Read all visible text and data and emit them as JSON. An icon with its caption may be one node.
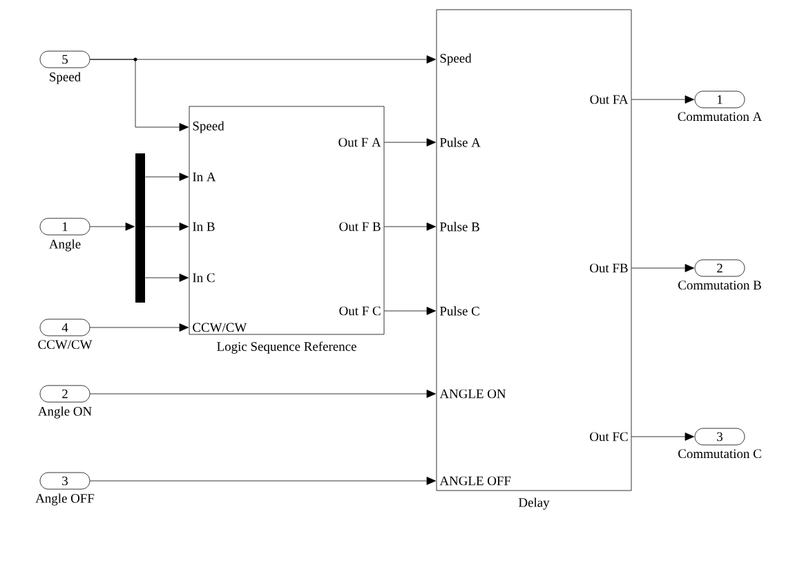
{
  "diagram": {
    "nodes": [
      {
        "text": [
          "5"
        ],
        "beside": [
          "Speed"
        ]
      },
      {
        "text": [
          "1"
        ],
        "beside": [
          "Angle"
        ]
      },
      {
        "text": [
          "4"
        ],
        "beside": [
          "CCW/CW"
        ]
      },
      {
        "text": [
          "2"
        ],
        "beside": [
          "Angle ON"
        ]
      },
      {
        "text": [
          "3"
        ],
        "beside": [
          "Angle OFF"
        ]
      },
      {
        "text": [],
        "shape": "bar"
      },
      {
        "text": [
          "Speed",
          "In A",
          "In B",
          "In C",
          "CCW/CW",
          "Out F A",
          "Out F B",
          "Out F C"
        ],
        "beside": [
          "Logic Sequence Reference"
        ]
      },
      {
        "text": [
          "Speed",
          "Pulse A",
          "Pulse B",
          "Pulse C",
          "ANGLE ON",
          "ANGLE OFF",
          "Out FA",
          "Out FB",
          "Out FC"
        ],
        "beside": [
          "Delay"
        ]
      },
      {
        "text": [
          "1"
        ],
        "beside": [
          "Commutation A"
        ]
      },
      {
        "text": [
          "2"
        ],
        "beside": [
          "Commutation B"
        ]
      },
      {
        "text": [
          "3"
        ],
        "beside": [
          "Commutation C"
        ]
      }
    ],
    "edges": [
      {
        "from": 0,
        "to": 7,
        "arrow": "to"
      },
      {
        "from": 0,
        "to": 6,
        "arrow": "to"
      },
      {
        "from": 1,
        "to": 5,
        "arrow": "to"
      },
      {
        "from": 5,
        "to": 6,
        "arrow": "to"
      },
      {
        "from": 5,
        "to": 6,
        "arrow": "to"
      },
      {
        "from": 5,
        "to": 6,
        "arrow": "to"
      },
      {
        "from": 2,
        "to": 6,
        "arrow": "to"
      },
      {
        "from": 6,
        "to": 7,
        "arrow": "to"
      },
      {
        "from": 6,
        "to": 7,
        "arrow": "to"
      },
      {
        "from": 6,
        "to": 7,
        "arrow": "to"
      },
      {
        "from": 3,
        "to": 7,
        "arrow": "to"
      },
      {
        "from": 4,
        "to": 7,
        "arrow": "to"
      },
      {
        "from": 7,
        "to": 8,
        "arrow": "to"
      },
      {
        "from": 7,
        "to": 9,
        "arrow": "to"
      },
      {
        "from": 7,
        "to": 10,
        "arrow": "to"
      }
    ]
  }
}
